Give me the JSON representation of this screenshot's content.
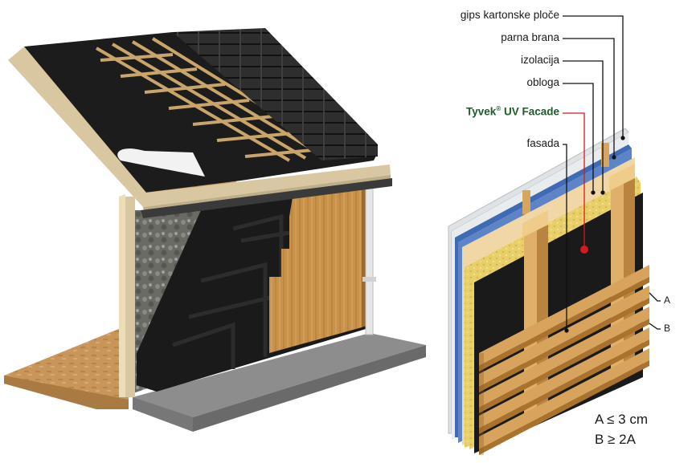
{
  "labels": {
    "gips": "gips kartonske ploče",
    "parna": "parna brana",
    "izolacija": "izolacija",
    "obloga": "obloga",
    "tyvek_brand": "Tyvek",
    "tyvek_reg": "®",
    "tyvek_rest": " UV Facade",
    "fasada": "fasada",
    "dim_a": "A",
    "dim_b": "B"
  },
  "legend": {
    "line1": "A ≤ 3 cm",
    "line2": "B ≥ 2A"
  },
  "colors": {
    "membrane": "#1a1a1a",
    "wood": "#c9924a",
    "osb": "#c8965a",
    "insulation": "#e8cf6a",
    "vapor_barrier": "#3f6bb5",
    "gypsum": "#dfe3e6",
    "tyvek_accent": "#1e5a2a",
    "marker_red": "#d7191c",
    "concrete": "#8d8d8d"
  }
}
